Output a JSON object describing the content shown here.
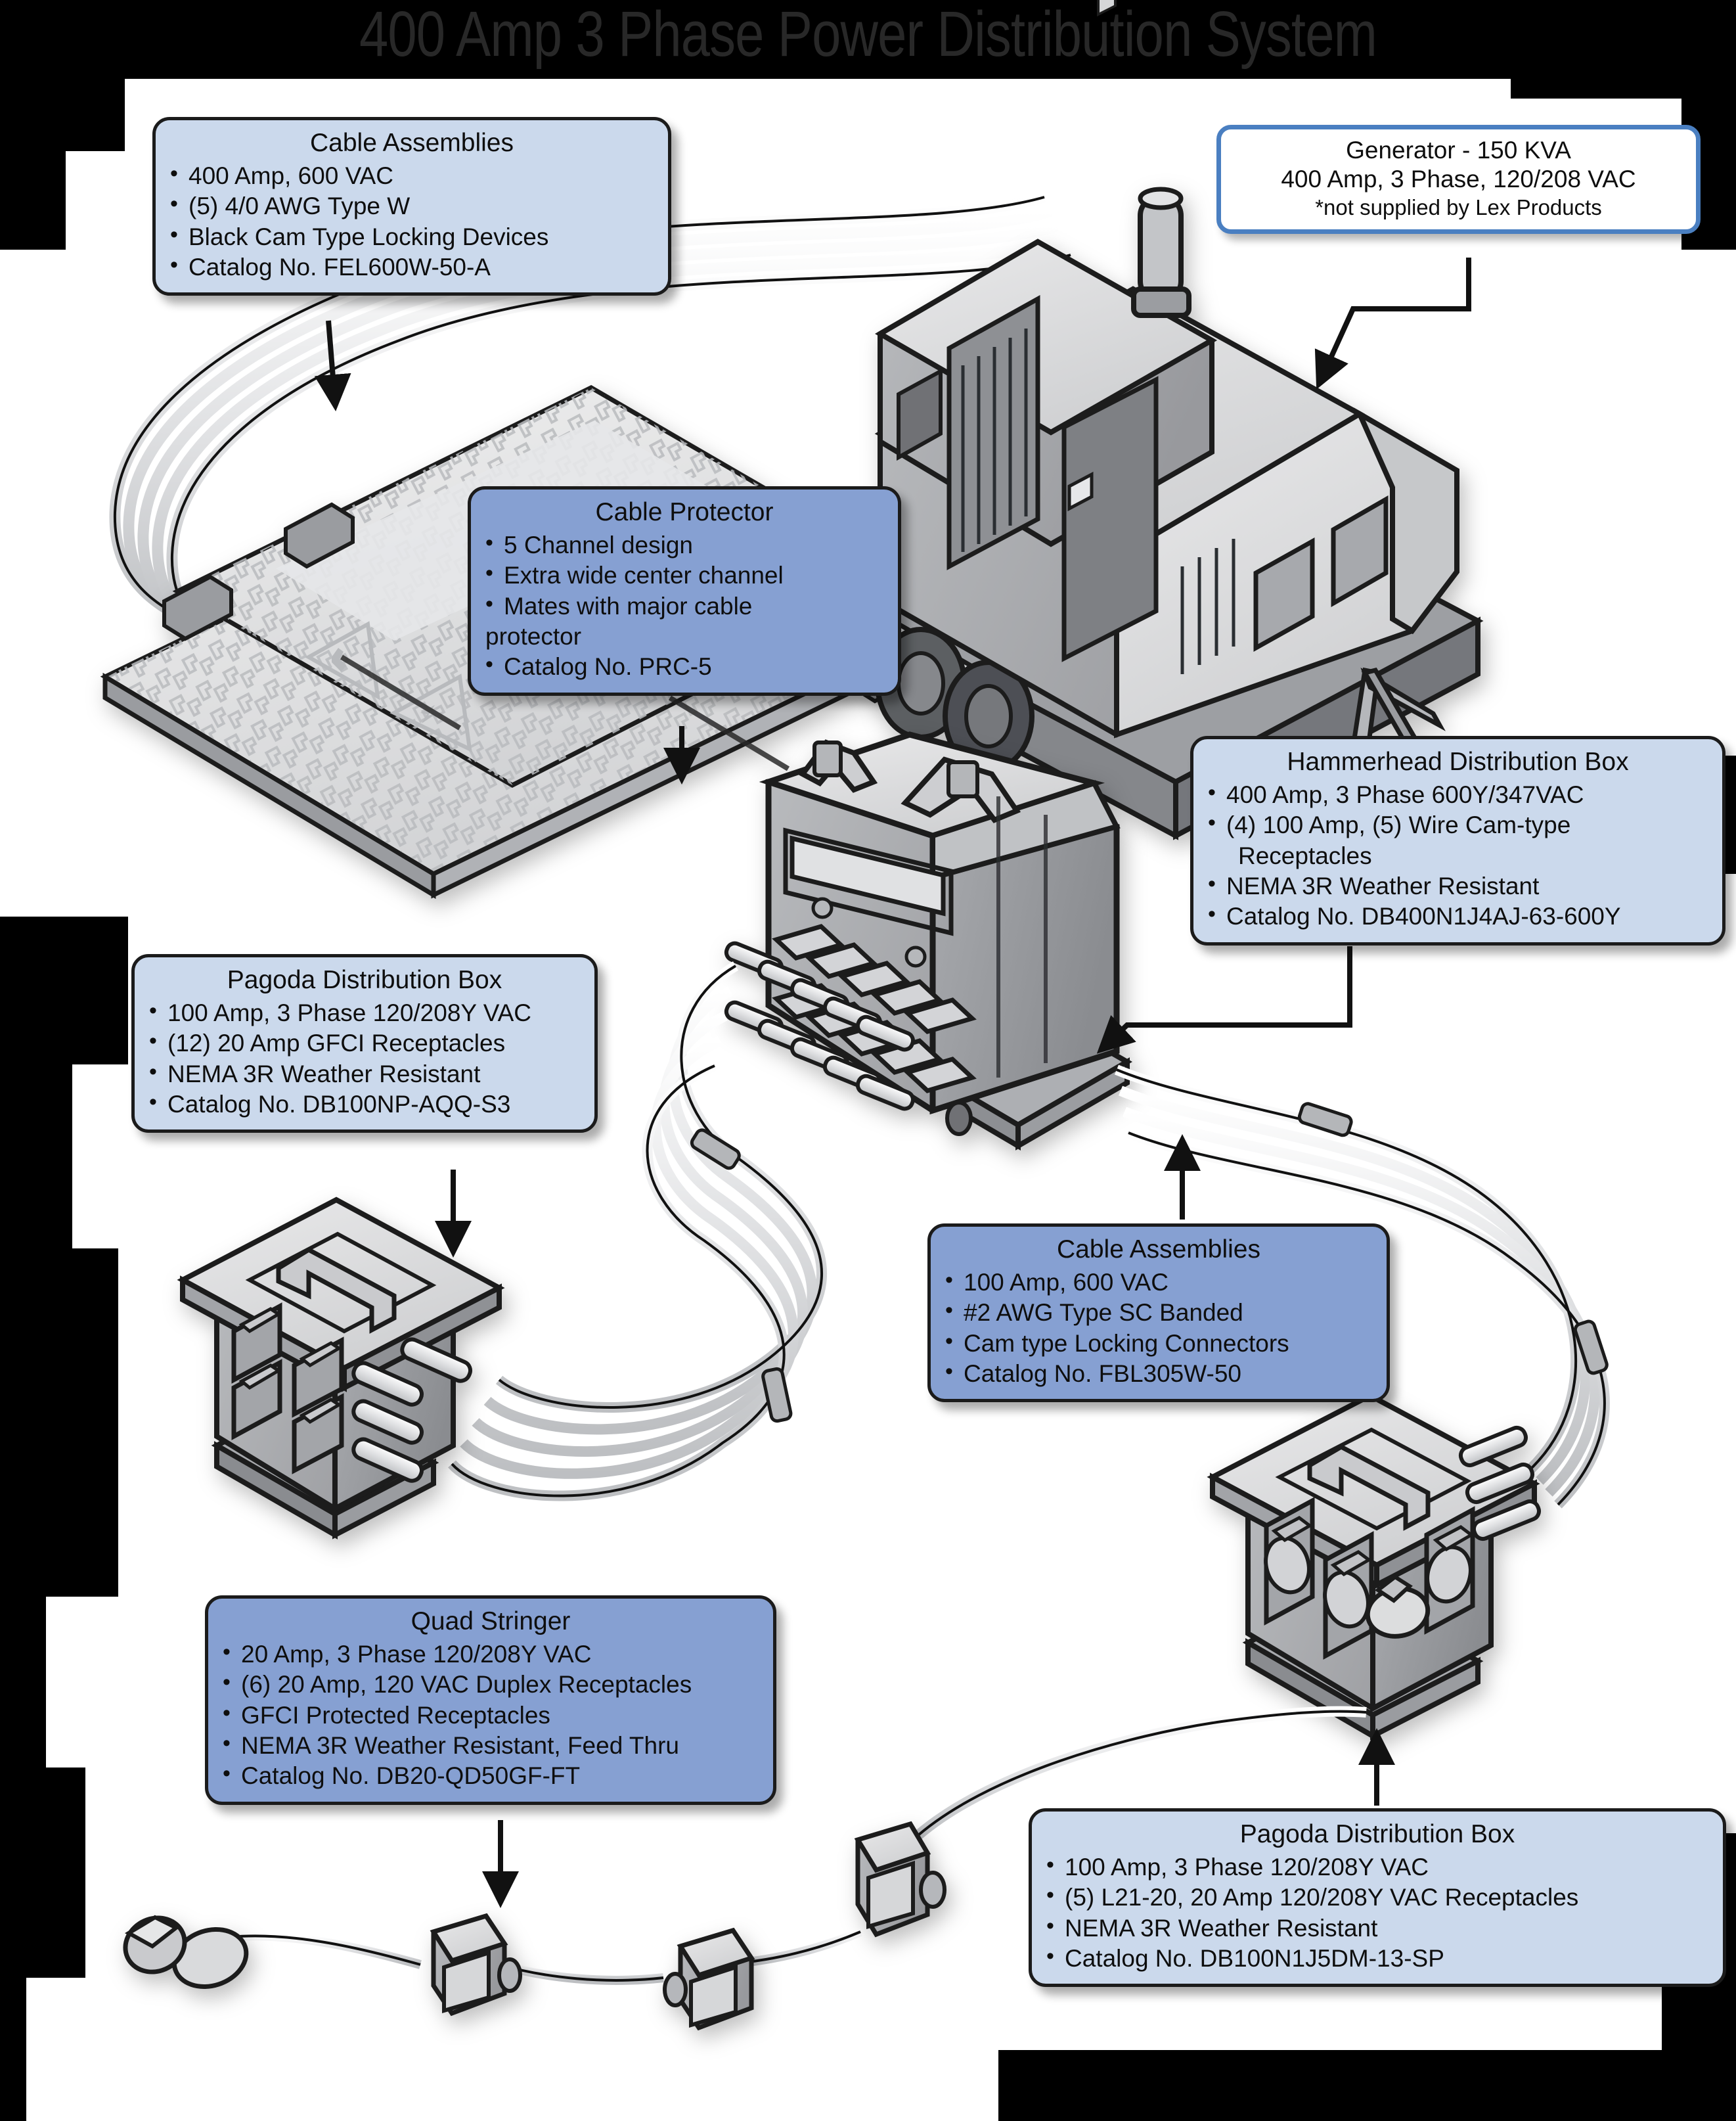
{
  "page": {
    "title": "400 Amp 3 Phase Power Distribution System",
    "background_color": "#000000",
    "page_color": "#ffffff",
    "title_color": "#282828",
    "callout_light_fill": "#cbd9ec",
    "callout_dark_fill": "#86a0d2",
    "callout_white_fill": "#ffffff",
    "callout_border": "#1b1b1b",
    "generator_border": "#4a7fc1"
  },
  "callouts": {
    "cable_assemblies_400": {
      "heading": "Cable Assemblies",
      "bullets": [
        "400 Amp, 600 VAC",
        "(5) 4/0 AWG Type W",
        "Black Cam Type Locking Devices",
        "Catalog No. FEL600W-50-A"
      ]
    },
    "generator": {
      "line1": "Generator  -  150 KVA",
      "line2": "400 Amp, 3 Phase, 120/208 VAC",
      "line3": "*not supplied by Lex Products"
    },
    "cable_protector": {
      "heading": "Cable Protector",
      "bullets": [
        "5 Channel design",
        "Extra wide center channel",
        "Mates with major cable",
        "protector",
        "Catalog No. PRC-5"
      ]
    },
    "hammerhead": {
      "heading": "Hammerhead Distribution Box",
      "bullets": [
        "400 Amp, 3 Phase 600Y/347VAC",
        "(4) 100 Amp, (5) Wire Cam-type",
        "Receptacles",
        "NEMA 3R Weather Resistant",
        "Catalog No. DB400N1J4AJ-63-600Y"
      ]
    },
    "pagoda_top": {
      "heading": "Pagoda  Distribution Box",
      "bullets": [
        "100 Amp, 3 Phase 120/208Y VAC",
        "(12) 20 Amp GFCI Receptacles",
        "NEMA 3R Weather Resistant",
        "Catalog No. DB100NP-AQQ-S3"
      ]
    },
    "cable_assemblies_100": {
      "heading": "Cable Assemblies",
      "bullets": [
        "100 Amp, 600 VAC",
        "#2 AWG Type SC Banded",
        "Cam type Locking Connectors",
        "Catalog No. FBL305W-50"
      ]
    },
    "quad_stringer": {
      "heading": "Quad Stringer",
      "bullets": [
        "20 Amp, 3 Phase 120/208Y VAC",
        "(6) 20 Amp, 120 VAC Duplex Receptacles",
        "GFCI Protected Receptacles",
        "NEMA 3R Weather Resistant, Feed Thru",
        "Catalog No. DB20-QD50GF-FT"
      ]
    },
    "pagoda_bottom": {
      "heading": "Pagoda Distribution Box",
      "bullets": [
        "100 Amp, 3 Phase 120/208Y VAC",
        "(5) L21-20, 20 Amp 120/208Y VAC Receptacles",
        "NEMA 3R Weather Resistant",
        "Catalog No. DB100N1J5DM-13-SP"
      ]
    }
  },
  "equipment": [
    {
      "name": "generator-trailer",
      "label": "Generator - 150 KVA trailer mounted"
    },
    {
      "name": "cable-protector-ramp",
      "label": "5 channel cable protector ramp"
    },
    {
      "name": "hammerhead-distribution-box",
      "label": "Hammerhead Distribution Box"
    },
    {
      "name": "pagoda-distribution-box-left",
      "label": "Pagoda Distribution Box with GFCI receptacles"
    },
    {
      "name": "pagoda-distribution-box-right",
      "label": "Pagoda Distribution Box with L21-20 receptacles"
    },
    {
      "name": "quad-stringer-cable",
      "label": "Quad Stringer cable with duplex receptacle boxes"
    }
  ]
}
